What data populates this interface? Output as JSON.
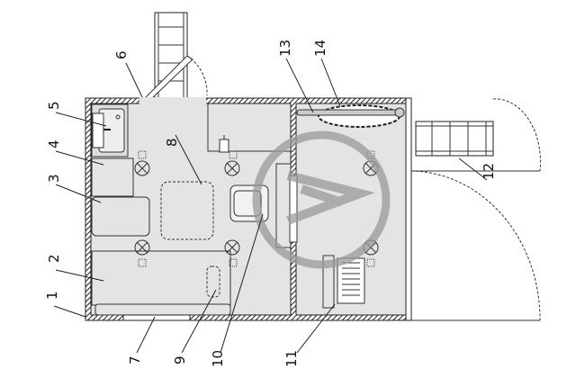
{
  "diagram": {
    "type": "floor-plan",
    "callouts": [
      "1",
      "2",
      "3",
      "4",
      "5",
      "6",
      "7",
      "8",
      "9",
      "10",
      "11",
      "12",
      "13",
      "14"
    ],
    "colors": {
      "floor": "#e4e4e4",
      "wall": "#222222",
      "watermark": "#9a9a9a"
    }
  }
}
